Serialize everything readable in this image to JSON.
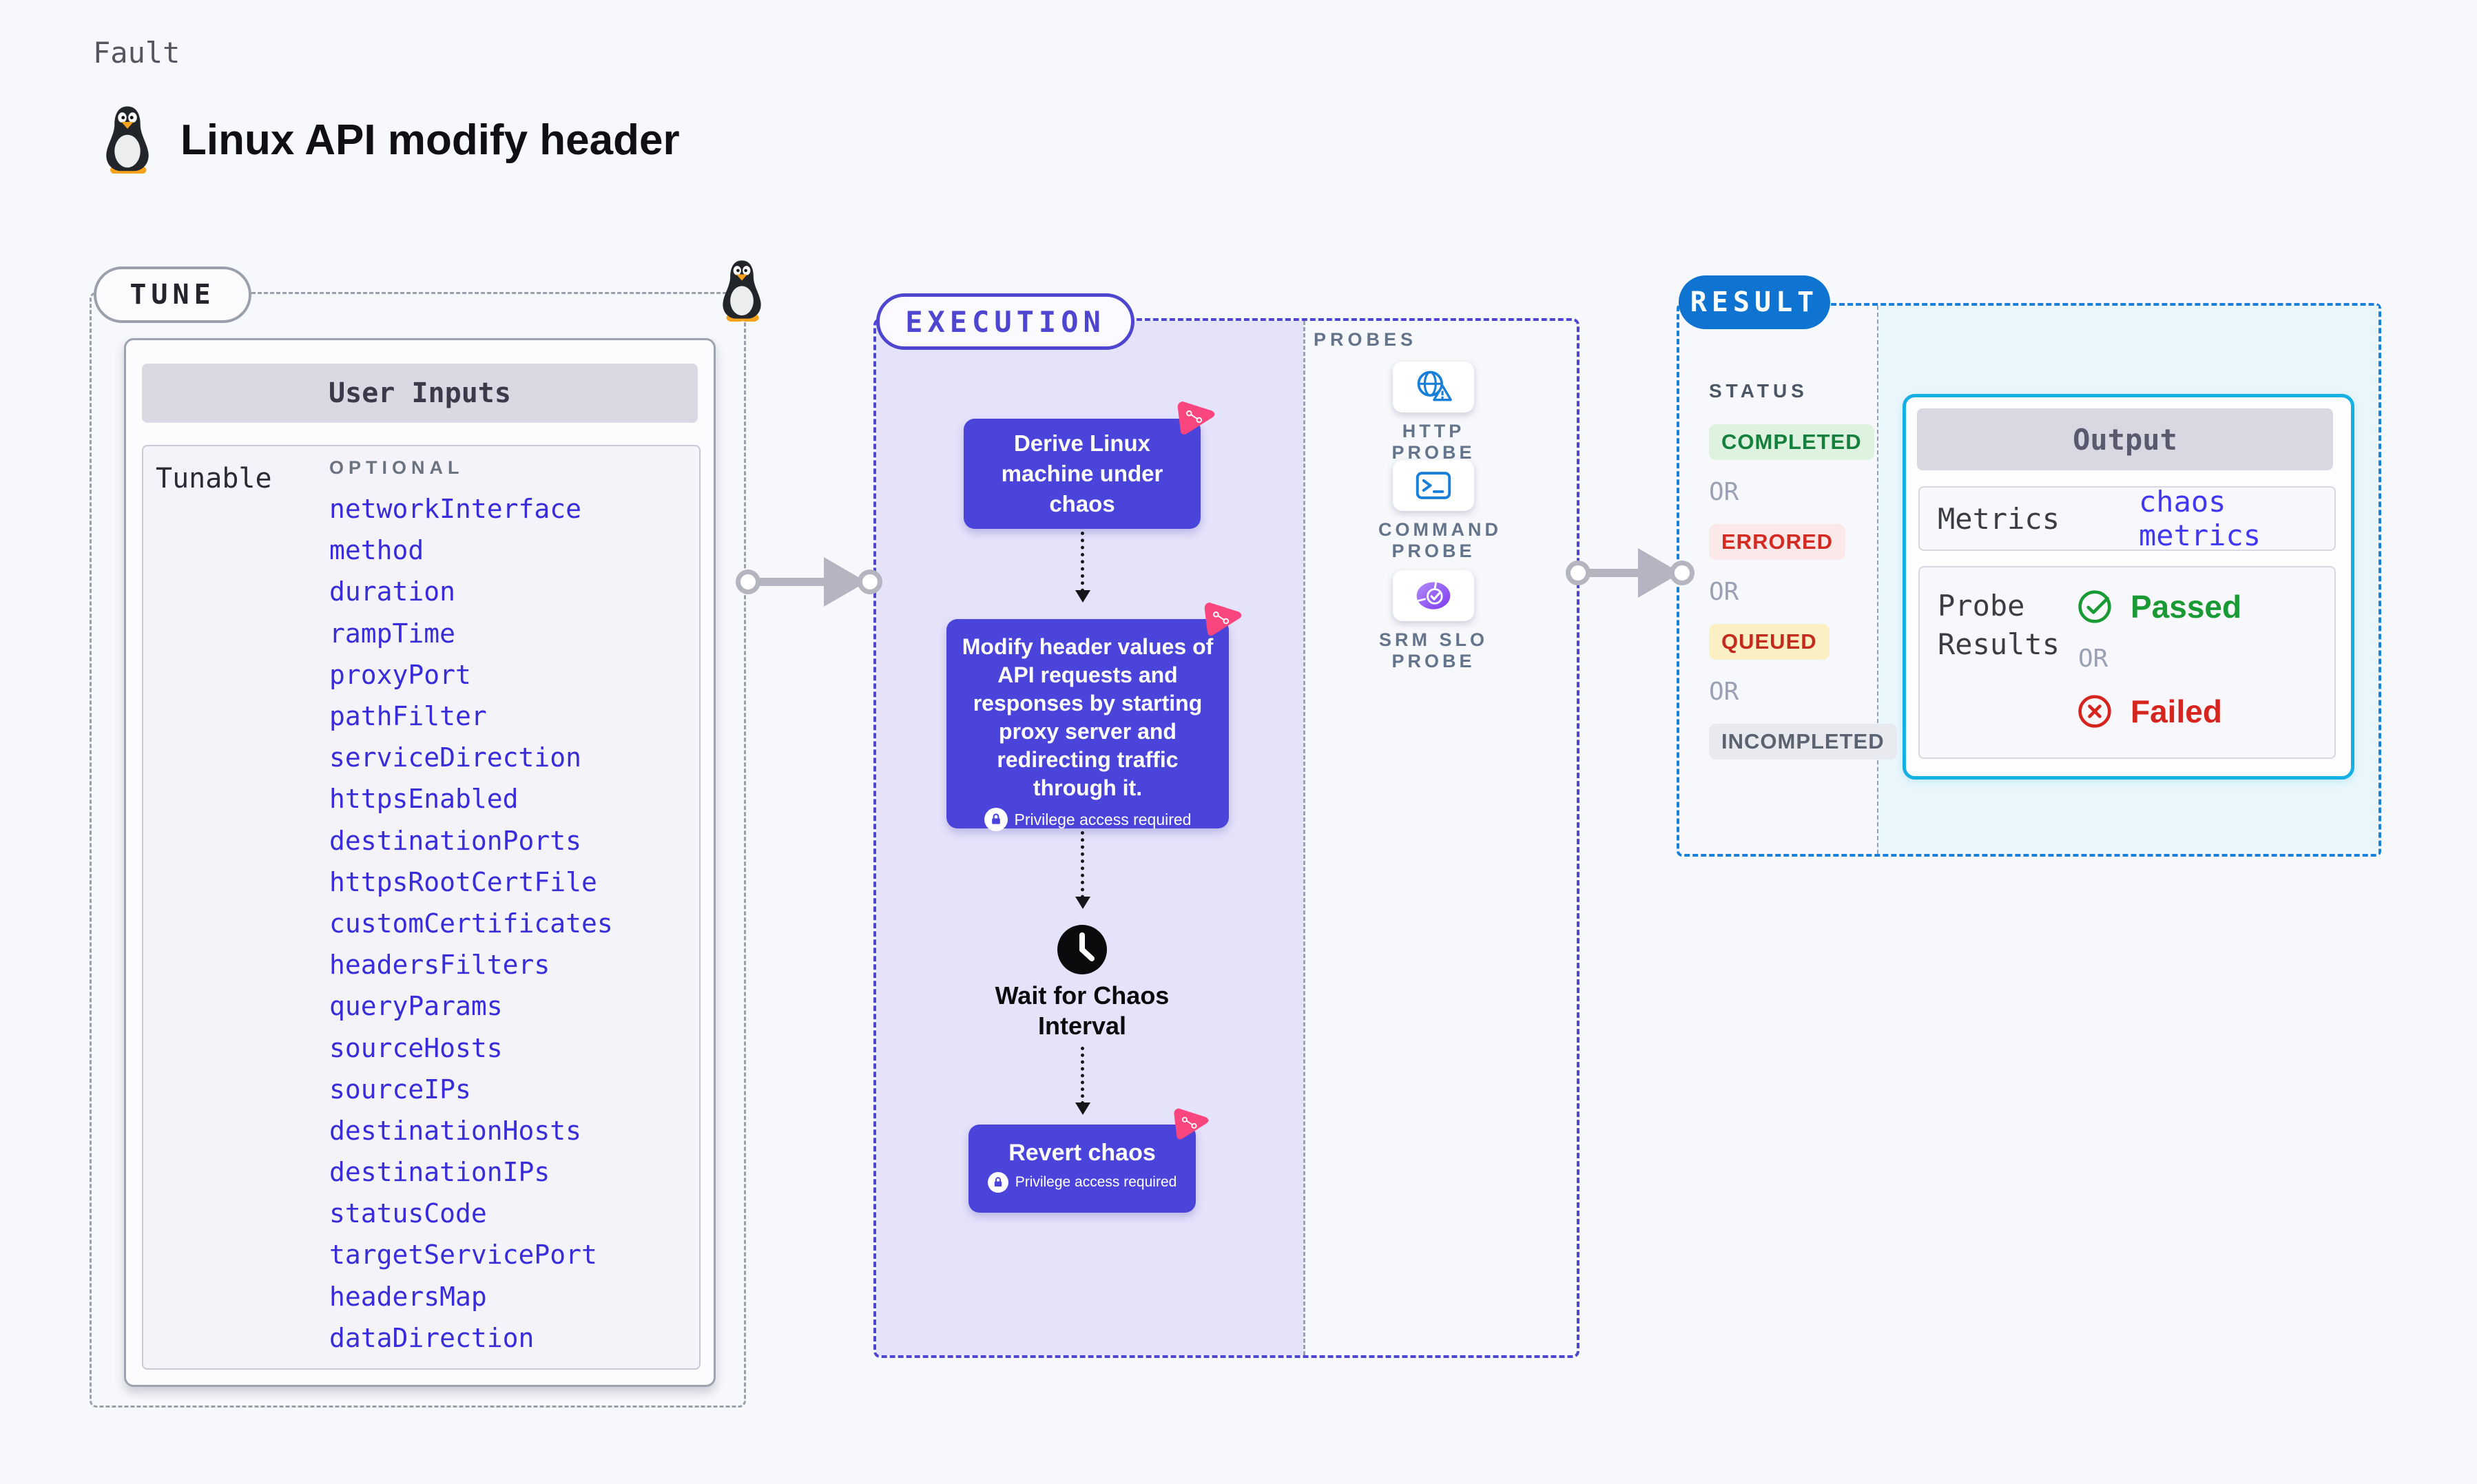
{
  "page": {
    "kicker": "Fault",
    "title": "Linux API modify header"
  },
  "colors": {
    "accent_indigo": "#4b44da",
    "indigo_border": "#4f46cf",
    "lavender_bg": "#e5e3fa",
    "result_blue": "#0e73d1",
    "result_border": "#1b80d9",
    "result_bg": "#e9f6fc",
    "output_border": "#17b0e4",
    "link_blue": "#392dd9",
    "metrics_link_blue": "#4338f2",
    "passed_green": "#1a9a35",
    "failed_red": "#d6251f",
    "chaos_pink": "#f9467f",
    "completed_bg": "#ddf3df",
    "completed_text": "#15803d",
    "errored_bg": "#fbe9e9",
    "errored_text": "#d32b24",
    "queued_bg": "#fbf0c4",
    "queued_text": "#c42b1f",
    "incompleted_bg": "#e9e9f0",
    "incompleted_text": "#5b6270"
  },
  "tune": {
    "label": "TUNE",
    "panel_title": "User Inputs",
    "row_label": "Tunable",
    "column_label": "OPTIONAL",
    "tunables": [
      "networkInterface",
      "method",
      "duration",
      "rampTime",
      "proxyPort",
      "pathFilter",
      "serviceDirection",
      "httpsEnabled",
      "destinationPorts",
      "httpsRootCertFile",
      "customCertificates",
      "headersFilters",
      "queryParams",
      "sourceHosts",
      "sourceIPs",
      "destinationHosts",
      "destinationIPs",
      "statusCode",
      "targetServicePort",
      "headersMap",
      "dataDirection"
    ]
  },
  "execution": {
    "label": "EXECUTION",
    "steps": {
      "derive": "Derive Linux machine under chaos",
      "modify": "Modify header values of API requests and responses by starting proxy server and redirecting traffic through it.",
      "privilege_note": "Privilege access required",
      "wait": "Wait for Chaos Interval",
      "revert": "Revert chaos"
    },
    "probes": {
      "label": "PROBES",
      "items": [
        {
          "name": "HTTP PROBE",
          "icon": "globe-alert-icon"
        },
        {
          "name": "COMMAND PROBE",
          "icon": "terminal-icon"
        },
        {
          "name": "SRM SLO PROBE",
          "icon": "slo-donut-icon"
        }
      ]
    }
  },
  "result": {
    "label": "RESULT",
    "status_label": "STATUS",
    "or_label": "OR",
    "statuses": [
      "COMPLETED",
      "ERRORED",
      "QUEUED",
      "INCOMPLETED"
    ],
    "output": {
      "title": "Output",
      "metrics_label": "Metrics",
      "metrics_link": "chaos metrics",
      "probe_results_label": "Probe Results",
      "passed": "Passed",
      "failed": "Failed"
    }
  }
}
